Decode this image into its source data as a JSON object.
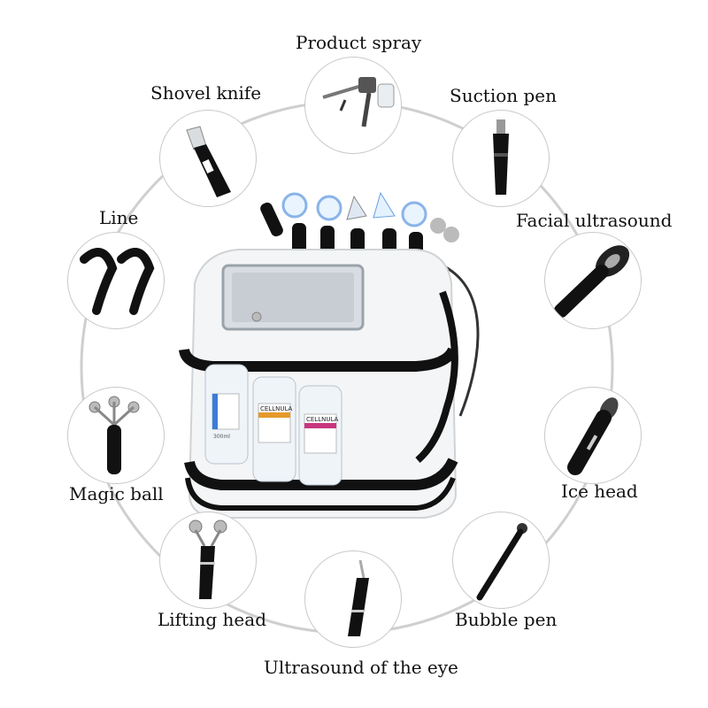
{
  "accessories": [
    {
      "label": "Product spray",
      "icon": "spray-gun-icon"
    },
    {
      "label": "Shovel knife",
      "icon": "shovel-knife-icon"
    },
    {
      "label": "Suction pen",
      "icon": "suction-pen-icon"
    },
    {
      "label": "Line",
      "icon": "line-cable-icon"
    },
    {
      "label": "Facial ultrasound",
      "icon": "facial-ultrasound-icon"
    },
    {
      "label": "Magic ball",
      "icon": "magic-ball-icon"
    },
    {
      "label": "Ice head",
      "icon": "ice-head-icon"
    },
    {
      "label": "Lifting head",
      "icon": "lifting-head-icon"
    },
    {
      "label": "Bubble pen",
      "icon": "bubble-pen-icon"
    },
    {
      "label": "Ultrasound of the eye",
      "icon": "eye-ultrasound-icon"
    }
  ],
  "machine": {
    "bottle_label": "CELLNULA",
    "bottle_volume": "300ml"
  },
  "colors": {
    "ring": "#cfcfcf",
    "machine_body": "#f4f5f6",
    "band": "#111111",
    "bottle_blue": "#3b7bd8",
    "bottle_orange": "#e59a2b",
    "bottle_pink": "#c8367e"
  }
}
